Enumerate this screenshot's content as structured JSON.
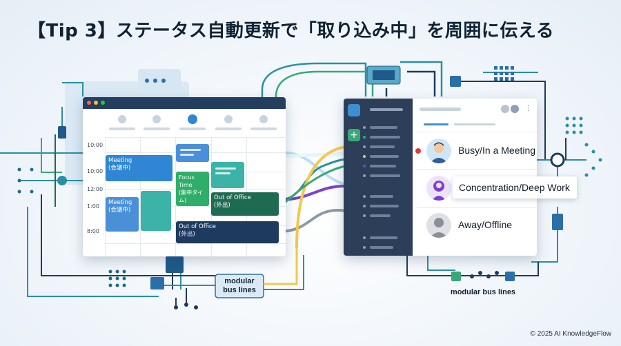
{
  "title": "【Tip 3】ステータス自動更新で「取り込み中」を周囲に伝える",
  "calendar": {
    "times": [
      "10:00",
      "10:00",
      "12:00",
      "1:00",
      "8:00"
    ],
    "events": [
      {
        "name": "Meeting",
        "sub": "(会議中)",
        "color": "#2f86d4"
      },
      {
        "name": "Meeting",
        "sub": "(会議中)",
        "color": "#4a90d9"
      },
      {
        "name": "Focus Time",
        "sub": "(集中タイム)",
        "color": "#2fae6a"
      },
      {
        "name": "Out of Office",
        "sub": "(外出)",
        "color": "#1f6b52"
      },
      {
        "name": "Out of Office",
        "sub": "(外出)",
        "color": "#1f3a5f"
      }
    ]
  },
  "statuses": [
    {
      "label": "Busy/In a Meeting",
      "indicator": "#e53935"
    },
    {
      "label": "Concentration/Deep Work",
      "indicator": "#7e3fd0"
    },
    {
      "label": "Away/Offline",
      "indicator": "#8a8f96"
    }
  ],
  "bus_labels": {
    "left_line1": "modular",
    "left_line2": "bus lines",
    "right": "modular bus lines"
  },
  "copyright": "© 2025 AI KnowledgeFlow",
  "colors": {
    "navy": "#1f3a5f",
    "teal": "#2a8fa3",
    "green": "#3aa876",
    "yellow": "#f2c94c",
    "purple": "#7e3fd0",
    "gray": "#8a9aa8"
  },
  "icons": [
    "busy-avatar-icon",
    "focus-avatar-icon",
    "away-avatar-icon",
    "add-icon",
    "more-icon"
  ]
}
